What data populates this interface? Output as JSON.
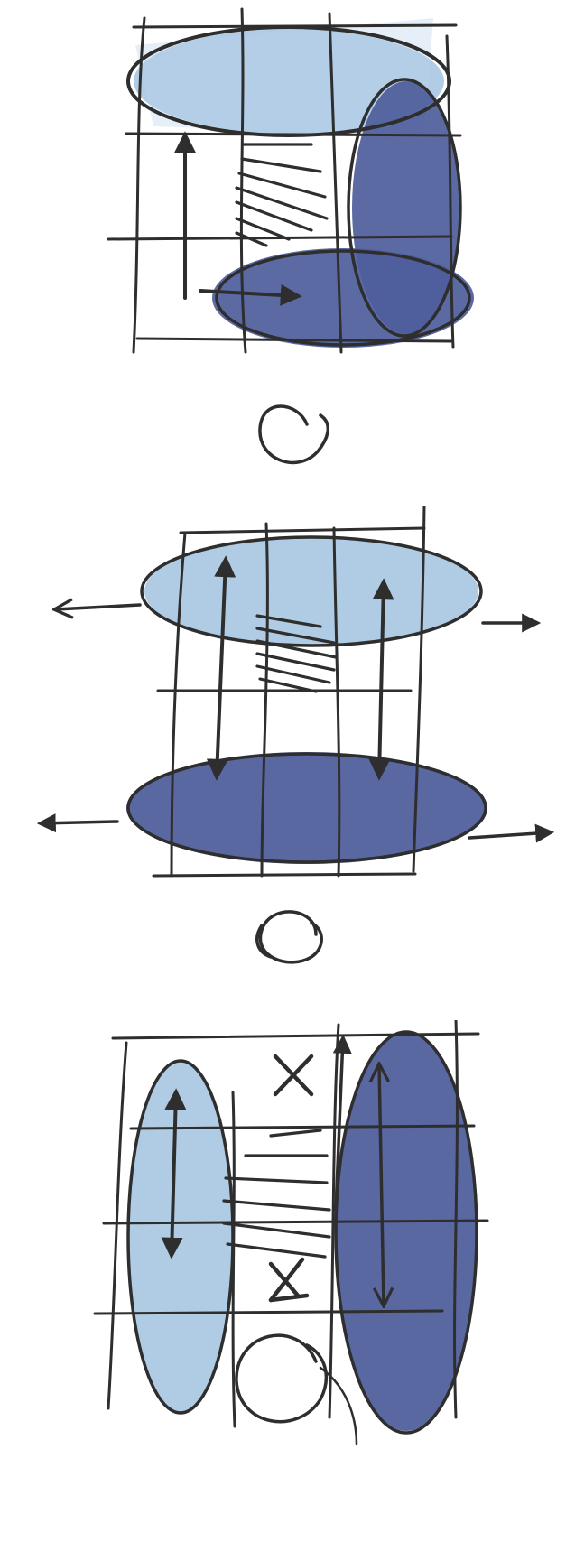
{
  "colors": {
    "ink": "#2e2e2e",
    "light_blue": "#a9c8e2",
    "dark_blue": "#4e5d9b",
    "background": "#ffffff"
  },
  "panels": [
    {
      "id": "panel-1",
      "caption": ""
    },
    {
      "id": "panel-2",
      "caption": ""
    },
    {
      "id": "panel-3",
      "caption": ""
    }
  ],
  "icons": [
    "hatch-pattern",
    "arrow-icon",
    "circle-symbol",
    "x-mark-icon"
  ]
}
